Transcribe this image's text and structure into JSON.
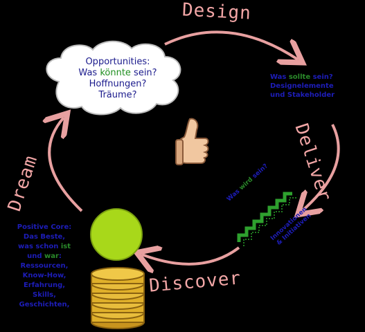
{
  "phases": {
    "design": "Design",
    "deliver": "Deliver",
    "discover": "Discover",
    "dream": "Dream"
  },
  "cloud": {
    "line1": "Opportunities:",
    "line2_prefix": "Was ",
    "line2_highlight": "könnte",
    "line2_suffix": " sein?",
    "line3": "Hoffnungen?",
    "line4": "Träume?"
  },
  "design_text": {
    "line1_prefix": "Was ",
    "line1_highlight": "sollte",
    "line1_suffix": " sein?",
    "line2": "Designelemente",
    "line3": "und Stakeholder"
  },
  "deliver_text": {
    "top_prefix": "Was ",
    "top_highlight": "wird",
    "top_suffix": " sein?",
    "bottom1": "Innovationen",
    "bottom2": "& Initiativen"
  },
  "discover_text": {
    "line1": "Positive Core:",
    "line2": "Das Beste,",
    "line3_prefix": "was schon ",
    "line3_highlight": "ist",
    "line4_prefix": "und ",
    "line4_highlight": "war",
    "line4_suffix": ":",
    "line5": "Ressourcen,",
    "line6": "Know-How,",
    "line7": "Erfahrung,",
    "line8": "Skills,",
    "line9": "Geschichten,"
  },
  "colors": {
    "background": "#000000",
    "arrow": "#e8a0a0",
    "text_blue": "#1d1db8",
    "text_green": "#2a8a2a",
    "coin": "#e0b02a",
    "ball": "#a8d81a",
    "stairs": "#2ea02e",
    "cloud": "#ffffff"
  },
  "icons": [
    "thumbs-up-icon",
    "cloud-icon",
    "coin-stack-icon",
    "stairs-icon",
    "ball-icon"
  ]
}
